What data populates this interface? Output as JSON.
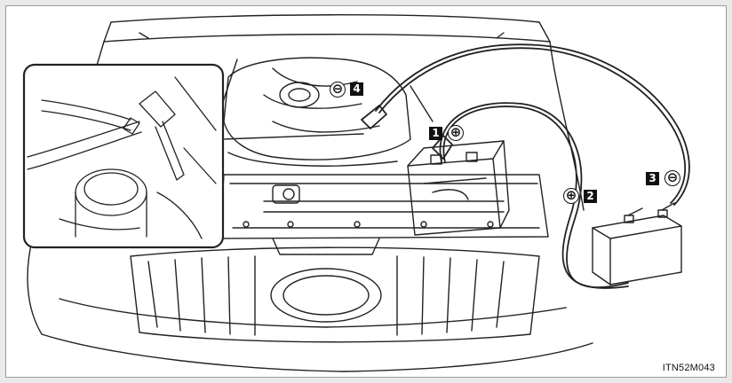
{
  "figure": {
    "code": "ITN52M043"
  },
  "callouts": [
    {
      "number": "1",
      "polarity": "⊕"
    },
    {
      "number": "2",
      "polarity": "⊕"
    },
    {
      "number": "3",
      "polarity": "⊖"
    },
    {
      "number": "4",
      "polarity": "⊖"
    }
  ]
}
